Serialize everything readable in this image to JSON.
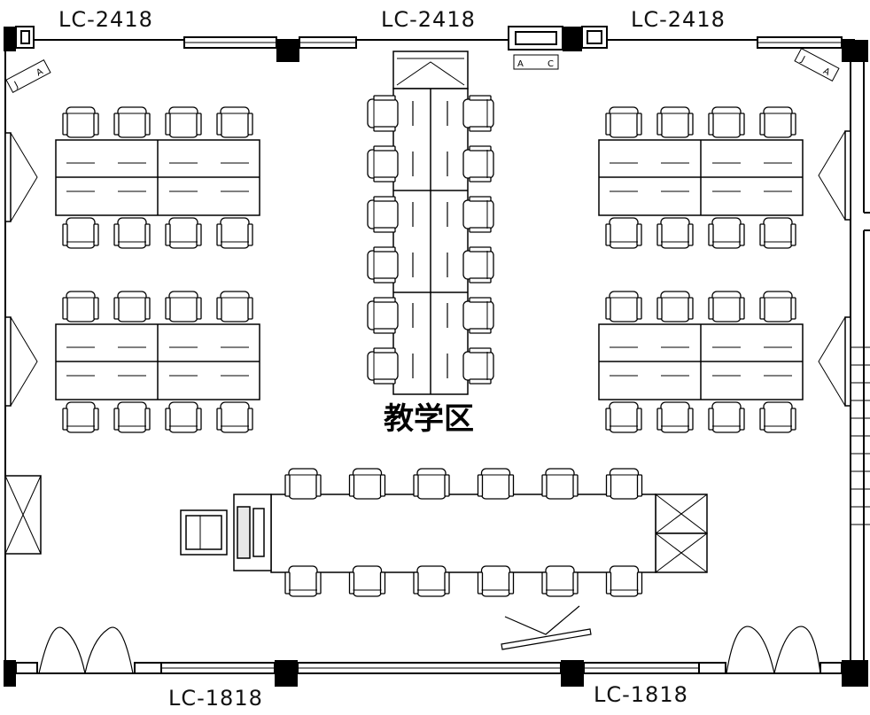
{
  "window_labels": {
    "top_left": "LC-2418",
    "top_center": "LC-2418",
    "top_right": "LC-2418",
    "bottom_left": "LC-1818",
    "bottom_right": "LC-1818"
  },
  "zone_label": "教学区",
  "projector_markers": {
    "left": [
      "J",
      "A"
    ],
    "center": [
      "A",
      "C"
    ],
    "right": [
      "J",
      "A"
    ]
  },
  "colors": {
    "line": "#000000",
    "background": "#ffffff"
  }
}
